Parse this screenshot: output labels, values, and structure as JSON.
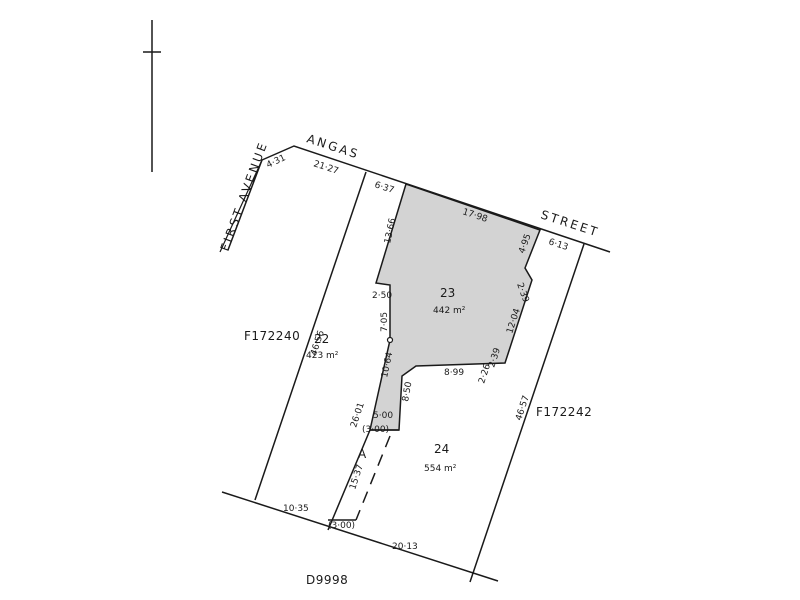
{
  "colors": {
    "line": "#1a1a1a",
    "lot_shade": "#d3d3d3",
    "background": "#ffffff"
  },
  "streets": {
    "angas": "ANGAS",
    "street": "STREET",
    "first_avenue": "FIRST AVENUE"
  },
  "plan_refs": {
    "left": "F172240",
    "right": "F172242",
    "bottom": "D9998"
  },
  "lots": {
    "lot22": {
      "number": "22",
      "area": "423 m²"
    },
    "lot23": {
      "number": "23",
      "area": "442 m²"
    },
    "lot24": {
      "number": "24",
      "area": "554 m²"
    }
  },
  "easement": {
    "label": "A"
  },
  "dimensions": {
    "d4_31": "4·31",
    "d21_27": "21·27",
    "d6_37": "6·37",
    "d17_98": "17·98",
    "d6_13": "6·13",
    "d4_95": "4·95",
    "d2_39a": "2·39",
    "d12_04": "12·04",
    "d2_39b": "2·39",
    "d2_26": "2·26",
    "d8_99": "8·99",
    "d8_50": "8·50",
    "d13_66": "13·66",
    "d2_50": "2·50",
    "d7_05": "7·05",
    "d10_64": "10·64",
    "d5_00": "5·00",
    "d3_00_top": "(3·00)",
    "d26_01": "26·01",
    "d15_37": "15·37",
    "d3_00_bottom": "(3·00)",
    "d10_35": "10·35",
    "d20_13": "20·13",
    "d46_56": "46·56",
    "d46_57": "46·57"
  }
}
